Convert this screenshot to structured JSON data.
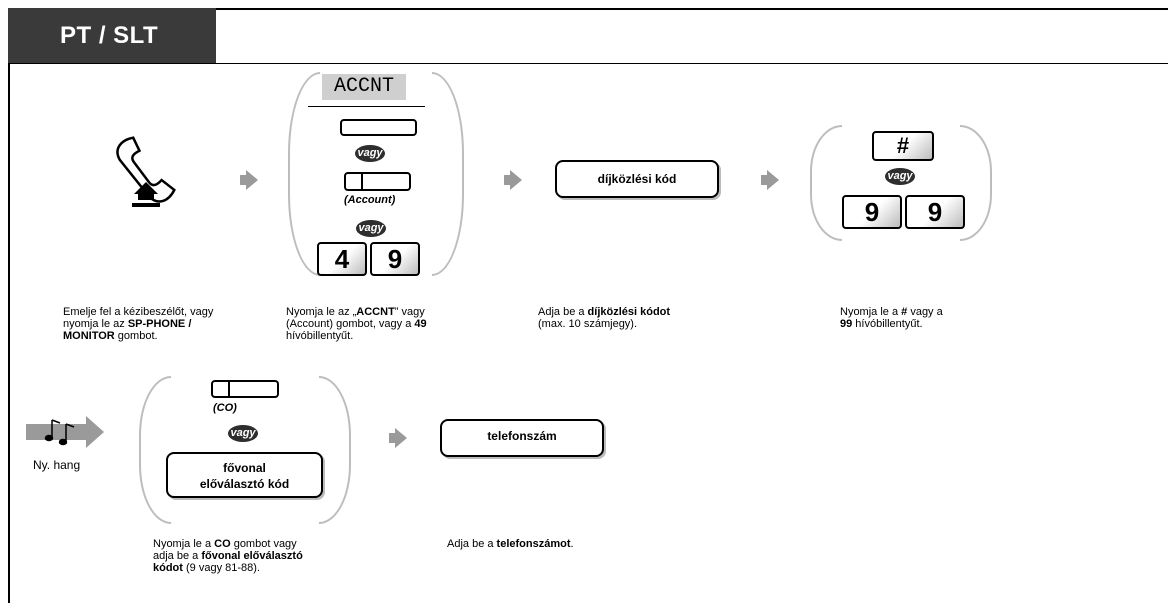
{
  "header": {
    "title": "PT / SLT"
  },
  "labels": {
    "vagy": "vagy",
    "account": "(Account)",
    "co": "(CO)",
    "display": "ACCNT",
    "hash": "#",
    "key4": "4",
    "key9": "9",
    "tone_label": "Ny. hang"
  },
  "boxes": {
    "fee_code": "díjközlési kód",
    "trunk_line1": "fővonal",
    "trunk_line2": "előválasztó kód",
    "phone_number": "telefonszám"
  },
  "steps": {
    "step1": {
      "t1": "Emelje fel a kézibeszélőt, vagy",
      "t2": "nyomja le az ",
      "b1": "SP-PHONE /",
      "b2": "MONITOR",
      "t3": " gombot."
    },
    "step2": {
      "t1": "Nyomja le az „",
      "b1": "ACCNT",
      "t2": "” vagy",
      "t3": "(Account) gombot, vagy a ",
      "b2": "49",
      "t4": "hívóbillentyűt."
    },
    "step3": {
      "t1": "Adja be a ",
      "b1": "díjközlési kódot",
      "t2": "(max. 10 számjegy)."
    },
    "step4": {
      "t1": "Nyomja le a ",
      "b1": "#",
      "t2": " vagy a",
      "b2": "99",
      "t3": " hívóbillentyűt."
    },
    "step5": {
      "t1": "Nyomja le a ",
      "b1": "CO",
      "t2": " gombot vagy",
      "t3": "adja be a ",
      "b2": "fővonal előválasztó",
      "b3": "kódot",
      "t4": " (9 vagy 81-88)."
    },
    "step6": {
      "t1": "Adja be a ",
      "b1": "telefonszámot",
      "t2": "."
    }
  }
}
